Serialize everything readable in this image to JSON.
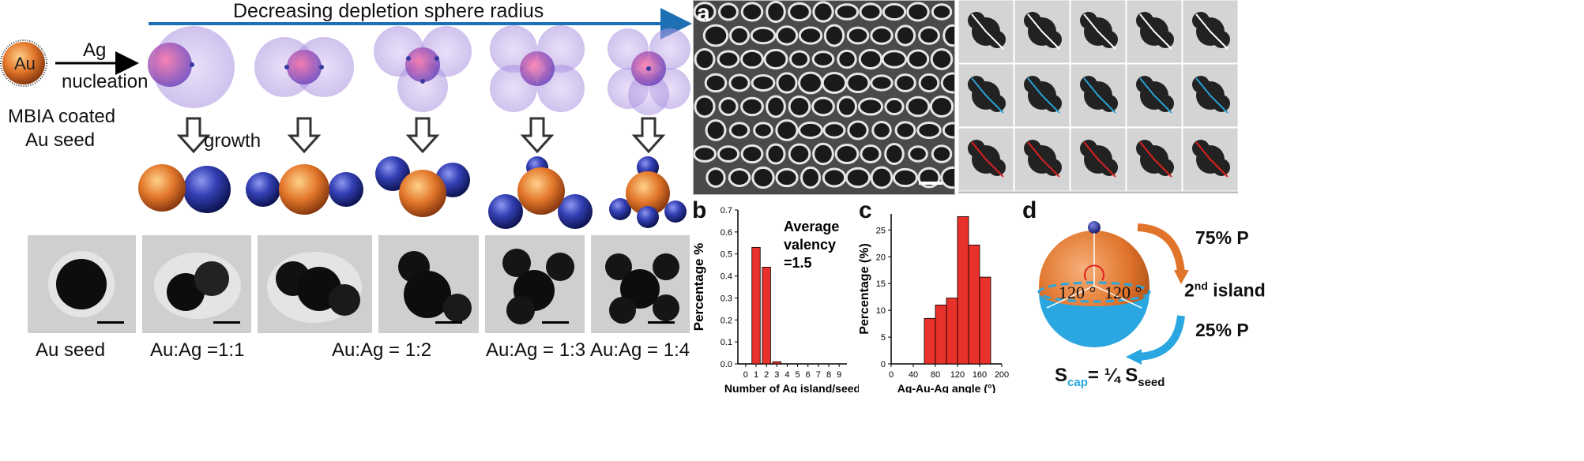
{
  "left": {
    "title": "Decreasing depletion sphere radius",
    "seed_label": "Au",
    "arrow_top": "Ag",
    "arrow_bottom": "nucleation",
    "seed_caption_1": "MBIA coated",
    "seed_caption_2": "Au seed",
    "growth_label": "growth",
    "tem_labels": [
      "Au seed",
      "Au:Ag =1:1",
      "Au:Ag = 1:2",
      "Au:Ag = 1:3",
      "Au:Ag = 1:4"
    ]
  },
  "panel_a": {
    "letter": "a"
  },
  "panel_b": {
    "letter": "b"
  },
  "panel_c": {
    "letter": "c"
  },
  "panel_d": {
    "letter": "d",
    "angle_left": "120 °",
    "angle_right": "120 °",
    "pct_top": "75% P",
    "second_island_prefix": "2",
    "second_island_sup": "nd",
    "second_island_suffix": " island",
    "pct_bottom": "25% P",
    "scap_main": "S",
    "scap_sub": "cap",
    "scap_mid": "= ¼ S",
    "scap_sub2": "seed"
  },
  "colors": {
    "arrow_blue": "#1f6fb5",
    "bar_red": "#e8312a",
    "gold": "#e07a2a",
    "ag_blue": "#2f3aa0",
    "cap_blue": "#2aa7e0",
    "white_line": "#ffffff",
    "blue_line": "#2aa0d8",
    "red_line": "#e02020"
  },
  "chart_data": [
    {
      "panel": "b",
      "type": "bar",
      "xlabel": "Number of Ag island/seed",
      "ylabel": "Percentage %",
      "categories": [
        0,
        1,
        2,
        3,
        4,
        5,
        6,
        7,
        8,
        9
      ],
      "values": [
        0,
        0.53,
        0.44,
        0.01,
        0,
        0,
        0,
        0,
        0,
        0
      ],
      "ylim": [
        0,
        0.7
      ],
      "yticks": [
        "0.0",
        "0.1",
        "0.2",
        "0.3",
        "0.4",
        "0.5",
        "0.6",
        "0.7"
      ],
      "xticks": [
        "0",
        "1",
        "2",
        "3",
        "4",
        "5",
        "6",
        "7",
        "8",
        "9"
      ],
      "annotation_1": "Average",
      "annotation_2": "valency",
      "annotation_3": "=1.5"
    },
    {
      "panel": "c",
      "type": "bar",
      "xlabel": "Ag-Au-Ag angle (°)",
      "ylabel": "Percentage (%)",
      "x": [
        80,
        100,
        120,
        140,
        160,
        180
      ],
      "values": [
        8.5,
        11,
        12.3,
        27.5,
        22.2,
        16.2
      ],
      "bin_width": 20,
      "xlim": [
        0,
        200
      ],
      "ylim": [
        0,
        28
      ],
      "yticks": [
        "0",
        "5",
        "10",
        "15",
        "20",
        "25"
      ],
      "xticks": [
        "0",
        "40",
        "80",
        "120",
        "160",
        "200"
      ]
    }
  ]
}
